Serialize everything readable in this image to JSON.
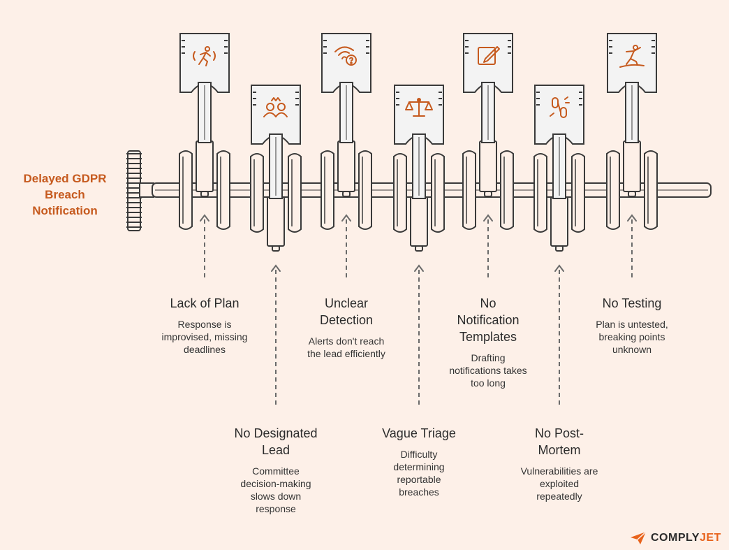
{
  "title": "Delayed GDPR\nBreach\nNotification",
  "colors": {
    "accent": "#c65a1e",
    "outline": "#3a3a3a",
    "piston_fill": "#f3f3f3",
    "background": "#fdf0e8",
    "brand_orange": "#e8631c"
  },
  "causes": [
    {
      "title": "Lack of Plan",
      "description": "Response is\nimprovised, missing\ndeadlines",
      "icon": "running-person-icon",
      "position": "up"
    },
    {
      "title": "No Designated\nLead",
      "description": "Committee\ndecision-making\nslows down\nresponse",
      "icon": "group-conflict-icon",
      "position": "down"
    },
    {
      "title": "Unclear\nDetection",
      "description": "Alerts don't reach\nthe lead efficiently",
      "icon": "wifi-question-icon",
      "position": "up"
    },
    {
      "title": "Vague Triage",
      "description": "Difficulty\ndetermining\nreportable\nbreaches",
      "icon": "balance-scale-icon",
      "position": "down"
    },
    {
      "title": "No\nNotification\nTemplates",
      "description": "Drafting\nnotifications takes\ntoo long",
      "icon": "edit-pencil-icon",
      "position": "up"
    },
    {
      "title": "No Post-\nMortem",
      "description": "Vulnerabilities are\nexploited\nrepeatedly",
      "icon": "broken-chain-icon",
      "position": "down"
    },
    {
      "title": "No Testing",
      "description": "Plan is untested,\nbreaking points\nunknown",
      "icon": "surfing-person-icon",
      "position": "up"
    }
  ],
  "brand": {
    "name_main": "COMPLY",
    "name_accent": "JET",
    "icon": "paper-plane-icon"
  }
}
